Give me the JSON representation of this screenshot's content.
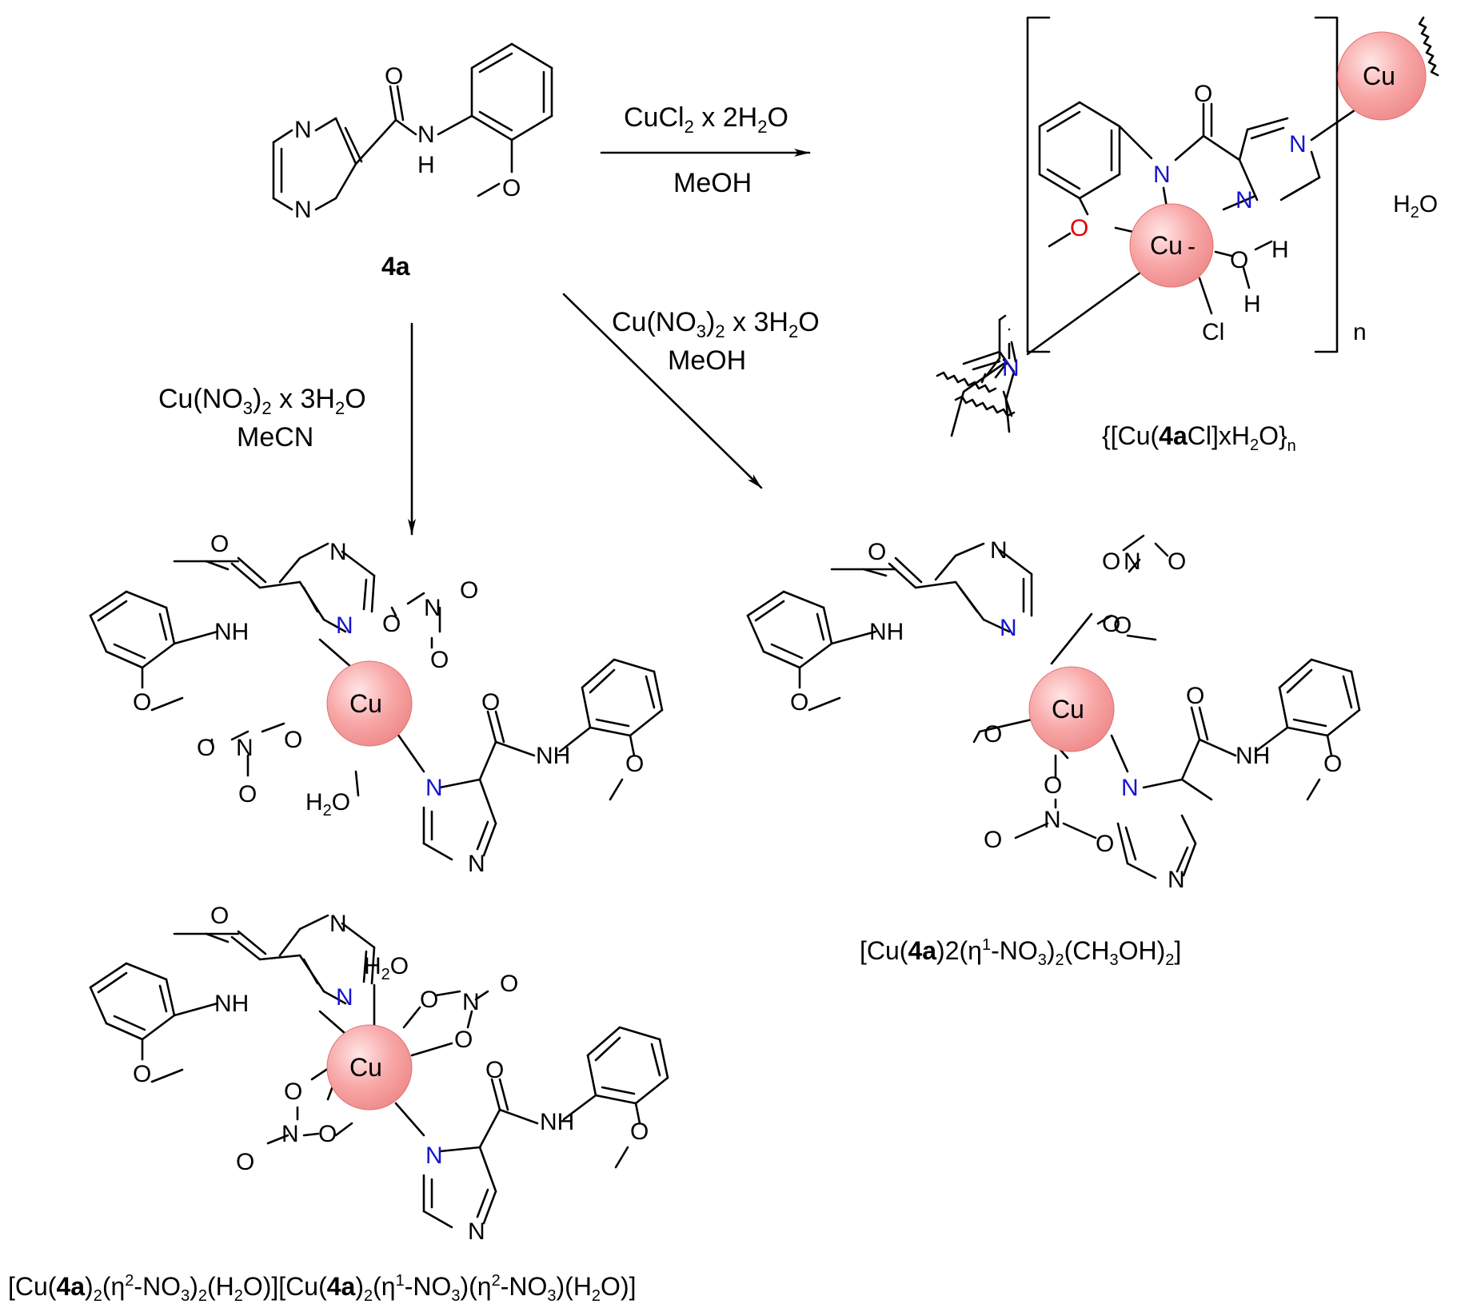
{
  "compounds": {
    "ligand": {
      "label": "4a"
    },
    "polymer": {
      "label_pre": "{[Cu(",
      "label_bold": "4a",
      "label_post1": "Cl]xH",
      "label_sub1": "2",
      "label_post2": "O}",
      "label_sub2": "n",
      "repeat_n": "n",
      "lattice_water": "H",
      "lattice_water_sub": "2",
      "lattice_water_post": "O"
    },
    "methanol_complex": {
      "p1": "[Cu(",
      "b1": "4a",
      "p2": ")2(η",
      "sup1": "1",
      "p3": "-NO",
      "sub1": "3",
      "p4": ")",
      "sub2": "2",
      "p5": "(CH",
      "sub3": "3",
      "p6": "OH)",
      "sub4": "2",
      "p7": "]"
    },
    "water_complex": {
      "p1": "[Cu(",
      "b1": "4a",
      "p2": ")",
      "s1": "2",
      "p3": "(η",
      "sup1": "2",
      "p4": "-NO",
      "s2": "3",
      "p5": ")",
      "s3": "2",
      "p6": "(H",
      "s4": "2",
      "p7": "O)][Cu(",
      "b2": "4a",
      "p8": ")",
      "s5": "2",
      "p9": "(η",
      "sup2": "1",
      "p10": "-NO",
      "s6": "3",
      "p11": ")(η",
      "sup3": "2",
      "p12": "-NO",
      "s7": "3",
      "p13": ")(H",
      "s8": "2",
      "p14": "O)]"
    }
  },
  "conditions": {
    "to_polymer": {
      "reagent_pre": "CuCl",
      "reagent_sub1": "2",
      "reagent_mid": " x 2H",
      "reagent_sub2": "2",
      "reagent_post": "O",
      "solvent": "MeOH"
    },
    "to_methanol": {
      "reagent_pre": "Cu(NO",
      "reagent_sub1": "3",
      "reagent_mid1": ")",
      "reagent_sub2": "2",
      "reagent_mid2": " x 3H",
      "reagent_sub3": "2",
      "reagent_post": "O",
      "solvent": "MeOH"
    },
    "to_water": {
      "reagent_pre": "Cu(NO",
      "reagent_sub1": "3",
      "reagent_mid1": ")",
      "reagent_sub2": "2",
      "reagent_mid2": " x 3H",
      "reagent_sub3": "2",
      "reagent_post": "O",
      "solvent": "MeCN"
    }
  },
  "atoms": {
    "N": "N",
    "NH": "NH",
    "O": "O",
    "H": "H",
    "Cl": "Cl",
    "Cu": "Cu",
    "H2O_H": "H",
    "H2O_sub": "2",
    "H2O_O": "O"
  },
  "colors": {
    "copper": "#f6a0a0",
    "nitrogen": "#1515d0",
    "oxygen": "#e00000"
  }
}
